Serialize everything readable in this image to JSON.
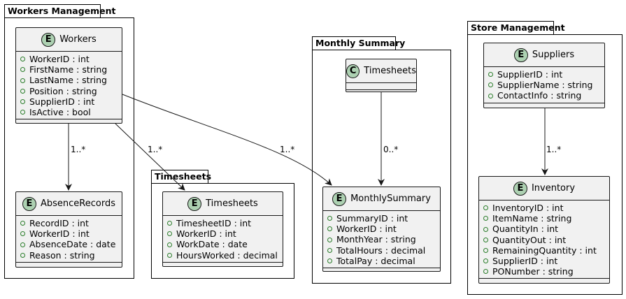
{
  "packages": {
    "workers_management": "Workers Management",
    "timesheets": "Timesheets",
    "monthly_summary": "Monthly Summary",
    "store_management": "Store Management"
  },
  "classes": {
    "workers": {
      "stereotype": "E",
      "name": "Workers",
      "fields": [
        "WorkerID : int",
        "FirstName : string",
        "LastName : string",
        "Position : string",
        "SupplierID : int",
        "IsActive : bool"
      ]
    },
    "absence_records": {
      "stereotype": "E",
      "name": "AbsenceRecords",
      "fields": [
        "RecordID : int",
        "WorkerID : int",
        "AbsenceDate : date",
        "Reason : string"
      ]
    },
    "timesheets_entity": {
      "stereotype": "E",
      "name": "Timesheets",
      "fields": [
        "TimesheetID : int",
        "WorkerID : int",
        "WorkDate : date",
        "HoursWorked : decimal"
      ]
    },
    "timesheets_class": {
      "stereotype": "C",
      "name": "Timesheets",
      "fields": []
    },
    "monthly_summary": {
      "stereotype": "E",
      "name": "MonthlySummary",
      "fields": [
        "SummaryID : int",
        "WorkerID : int",
        "MonthYear : string",
        "TotalHours : decimal",
        "TotalPay : decimal"
      ]
    },
    "suppliers": {
      "stereotype": "E",
      "name": "Suppliers",
      "fields": [
        "SupplierID : int",
        "SupplierName : string",
        "ContactInfo : string"
      ]
    },
    "inventory": {
      "stereotype": "E",
      "name": "Inventory",
      "fields": [
        "InventoryID : int",
        "ItemName : string",
        "QuantityIn : int",
        "QuantityOut : int",
        "RemainingQuantity : int",
        "SupplierID : int",
        "PONumber : string"
      ]
    }
  },
  "relations": [
    {
      "from": "Workers",
      "to": "AbsenceRecords",
      "multiplicity": "1..*"
    },
    {
      "from": "Workers",
      "to": "Timesheets",
      "multiplicity": "1..*"
    },
    {
      "from": "Workers",
      "to": "MonthlySummary",
      "multiplicity": "1..*"
    },
    {
      "from": "Timesheets",
      "to": "MonthlySummary",
      "multiplicity": "0..*"
    },
    {
      "from": "Suppliers",
      "to": "Inventory",
      "multiplicity": "1..*"
    }
  ],
  "colors": {
    "class_fill": "#f1f1f1",
    "entity_badge": "#ADD1B2",
    "field_marker": "#2a7d2a",
    "line": "#181818"
  }
}
